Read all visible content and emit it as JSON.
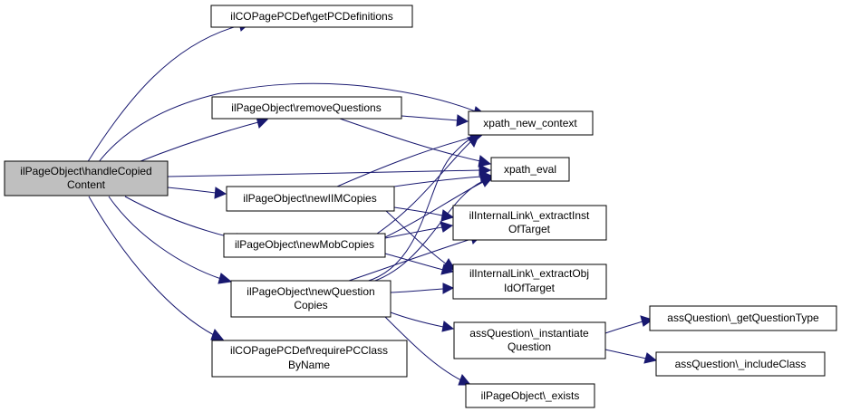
{
  "colors": {
    "edge": "#191970",
    "root_fill": "#bfbfbf",
    "node_fill": "#ffffff",
    "node_stroke": "#000000"
  },
  "nodes": {
    "handleCopiedContent": [
      "ilPageObject\\handleCopied",
      "Content"
    ],
    "getPCDefinitions": [
      "ilCOPagePCDef\\getPCDefinitions"
    ],
    "removeQuestions": [
      "ilPageObject\\removeQuestions"
    ],
    "xpathNewContext": [
      "xpath_new_context"
    ],
    "xpathEval": [
      "xpath_eval"
    ],
    "newIIMCopies": [
      "ilPageObject\\newIIMCopies"
    ],
    "extractInst": [
      "ilInternalLink\\_extractInst",
      "OfTarget"
    ],
    "newMobCopies": [
      "ilPageObject\\newMobCopies"
    ],
    "extractObj": [
      "ilInternalLink\\_extractObj",
      "IdOfTarget"
    ],
    "newQuestionCopies": [
      "ilPageObject\\newQuestion",
      "Copies"
    ],
    "instantiateQuestion": [
      "assQuestion\\_instantiate",
      "Question"
    ],
    "getQuestionType": [
      "assQuestion\\_getQuestionType"
    ],
    "requirePCClassByName": [
      "ilCOPagePCDef\\requirePCClass",
      "ByName"
    ],
    "includeClass": [
      "assQuestion\\_includeClass"
    ],
    "exists": [
      "ilPageObject\\_exists"
    ]
  }
}
